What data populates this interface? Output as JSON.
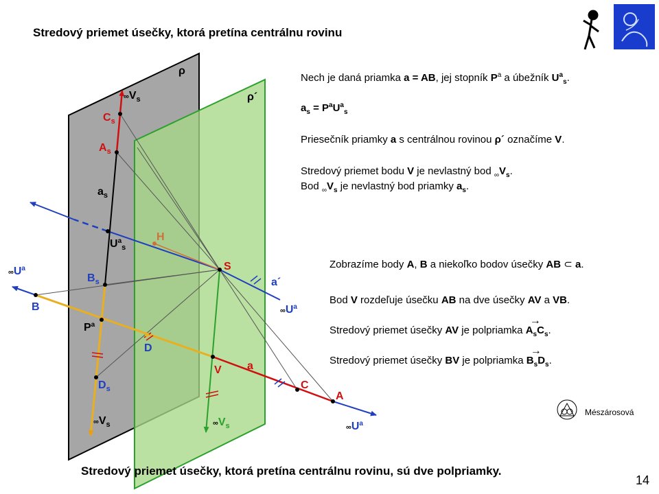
{
  "title": "Stredový priemet úsečky, ktorá pretína centrálnu rovinu",
  "bottom_caption": "Stredový priemet úsečky, ktorá pretína centrálnu rovinu, sú dve polpriamky.",
  "page_number": "14",
  "author": "Mészárosová",
  "colors": {
    "plane_gray": "#a6a6a6",
    "plane_green": "#b4e08c",
    "green_border": "#2ca02c",
    "blue_line": "#1f3fbf",
    "red_line": "#d01010",
    "yellow_line": "#f0c020",
    "orange_point": "#d0703a"
  },
  "text": {
    "p1_a": "Nech je daná priamka ",
    "p1_b": "a = AB",
    "p1_c": ", jej stopník ",
    "p1_d": "P",
    "p1_e": "a",
    "p1_f": " a úbežník ",
    "p1_g": "U",
    "p1_h": "a",
    "p1_i": "s",
    "p1_j": ".",
    "p2_a": "a",
    "p2_b": "s",
    "p2_c": " = P",
    "p2_d": "a",
    "p2_e": "U",
    "p2_f": "a",
    "p2_g": "s",
    "p3_a": "Priesečník priamky ",
    "p3_b": "a",
    "p3_c": " s centrálnou rovinou ",
    "p3_d": "ρ´",
    "p3_e": " označíme ",
    "p3_f": "V",
    "p3_g": ".",
    "p4_a": "Stredový priemet bodu ",
    "p4_b": "V",
    "p4_c": " je nevlastný bod ",
    "p4_d": "∞",
    "p4_e": "V",
    "p4_f": "s",
    "p4_g": ".",
    "p5_a": "Bod ",
    "p5_b": "∞",
    "p5_c": "V",
    "p5_d": "s",
    "p5_e": " je nevlastný bod priamky ",
    "p5_f": "a",
    "p5_g": "s",
    "p5_h": ".",
    "p6_a": "Zobrazíme body ",
    "p6_b": "A",
    "p6_c": ", ",
    "p6_d": "B",
    "p6_e": " a niekoľko bodov úsečky ",
    "p6_f": "AB",
    "p6_g": " ⊂ ",
    "p6_h": "a",
    "p6_i": ".",
    "p7_a": "Bod ",
    "p7_b": "V",
    "p7_c": " rozdeľuje úsečku ",
    "p7_d": "AB",
    "p7_e": " na dve úsečky ",
    "p7_f": "AV",
    "p7_g": " a ",
    "p7_h": "VB",
    "p7_i": ".",
    "p8_a": "Stredový priemet úsečky ",
    "p8_b": "AV",
    "p8_c": " je polpriamka ",
    "p8_d": "A",
    "p8_e": "s",
    "p8_f": "C",
    "p8_g": "s",
    "p8_h": ".",
    "p9_a": "Stredový priemet úsečky ",
    "p9_b": "BV",
    "p9_c": " je polpriamka ",
    "p9_d": "B",
    "p9_e": "s",
    "p9_f": "D",
    "p9_g": "s",
    "p9_h": "."
  },
  "labels": {
    "rho": "ρ",
    "rho_prime": "ρ´",
    "inf": "∞",
    "V": "V",
    "s": "s",
    "C": "C",
    "A": "A",
    "a": "a",
    "U": "U",
    "B": "B",
    "P": "P",
    "D": "D",
    "H": "H",
    "S": "S",
    "a_prime": "a´"
  }
}
